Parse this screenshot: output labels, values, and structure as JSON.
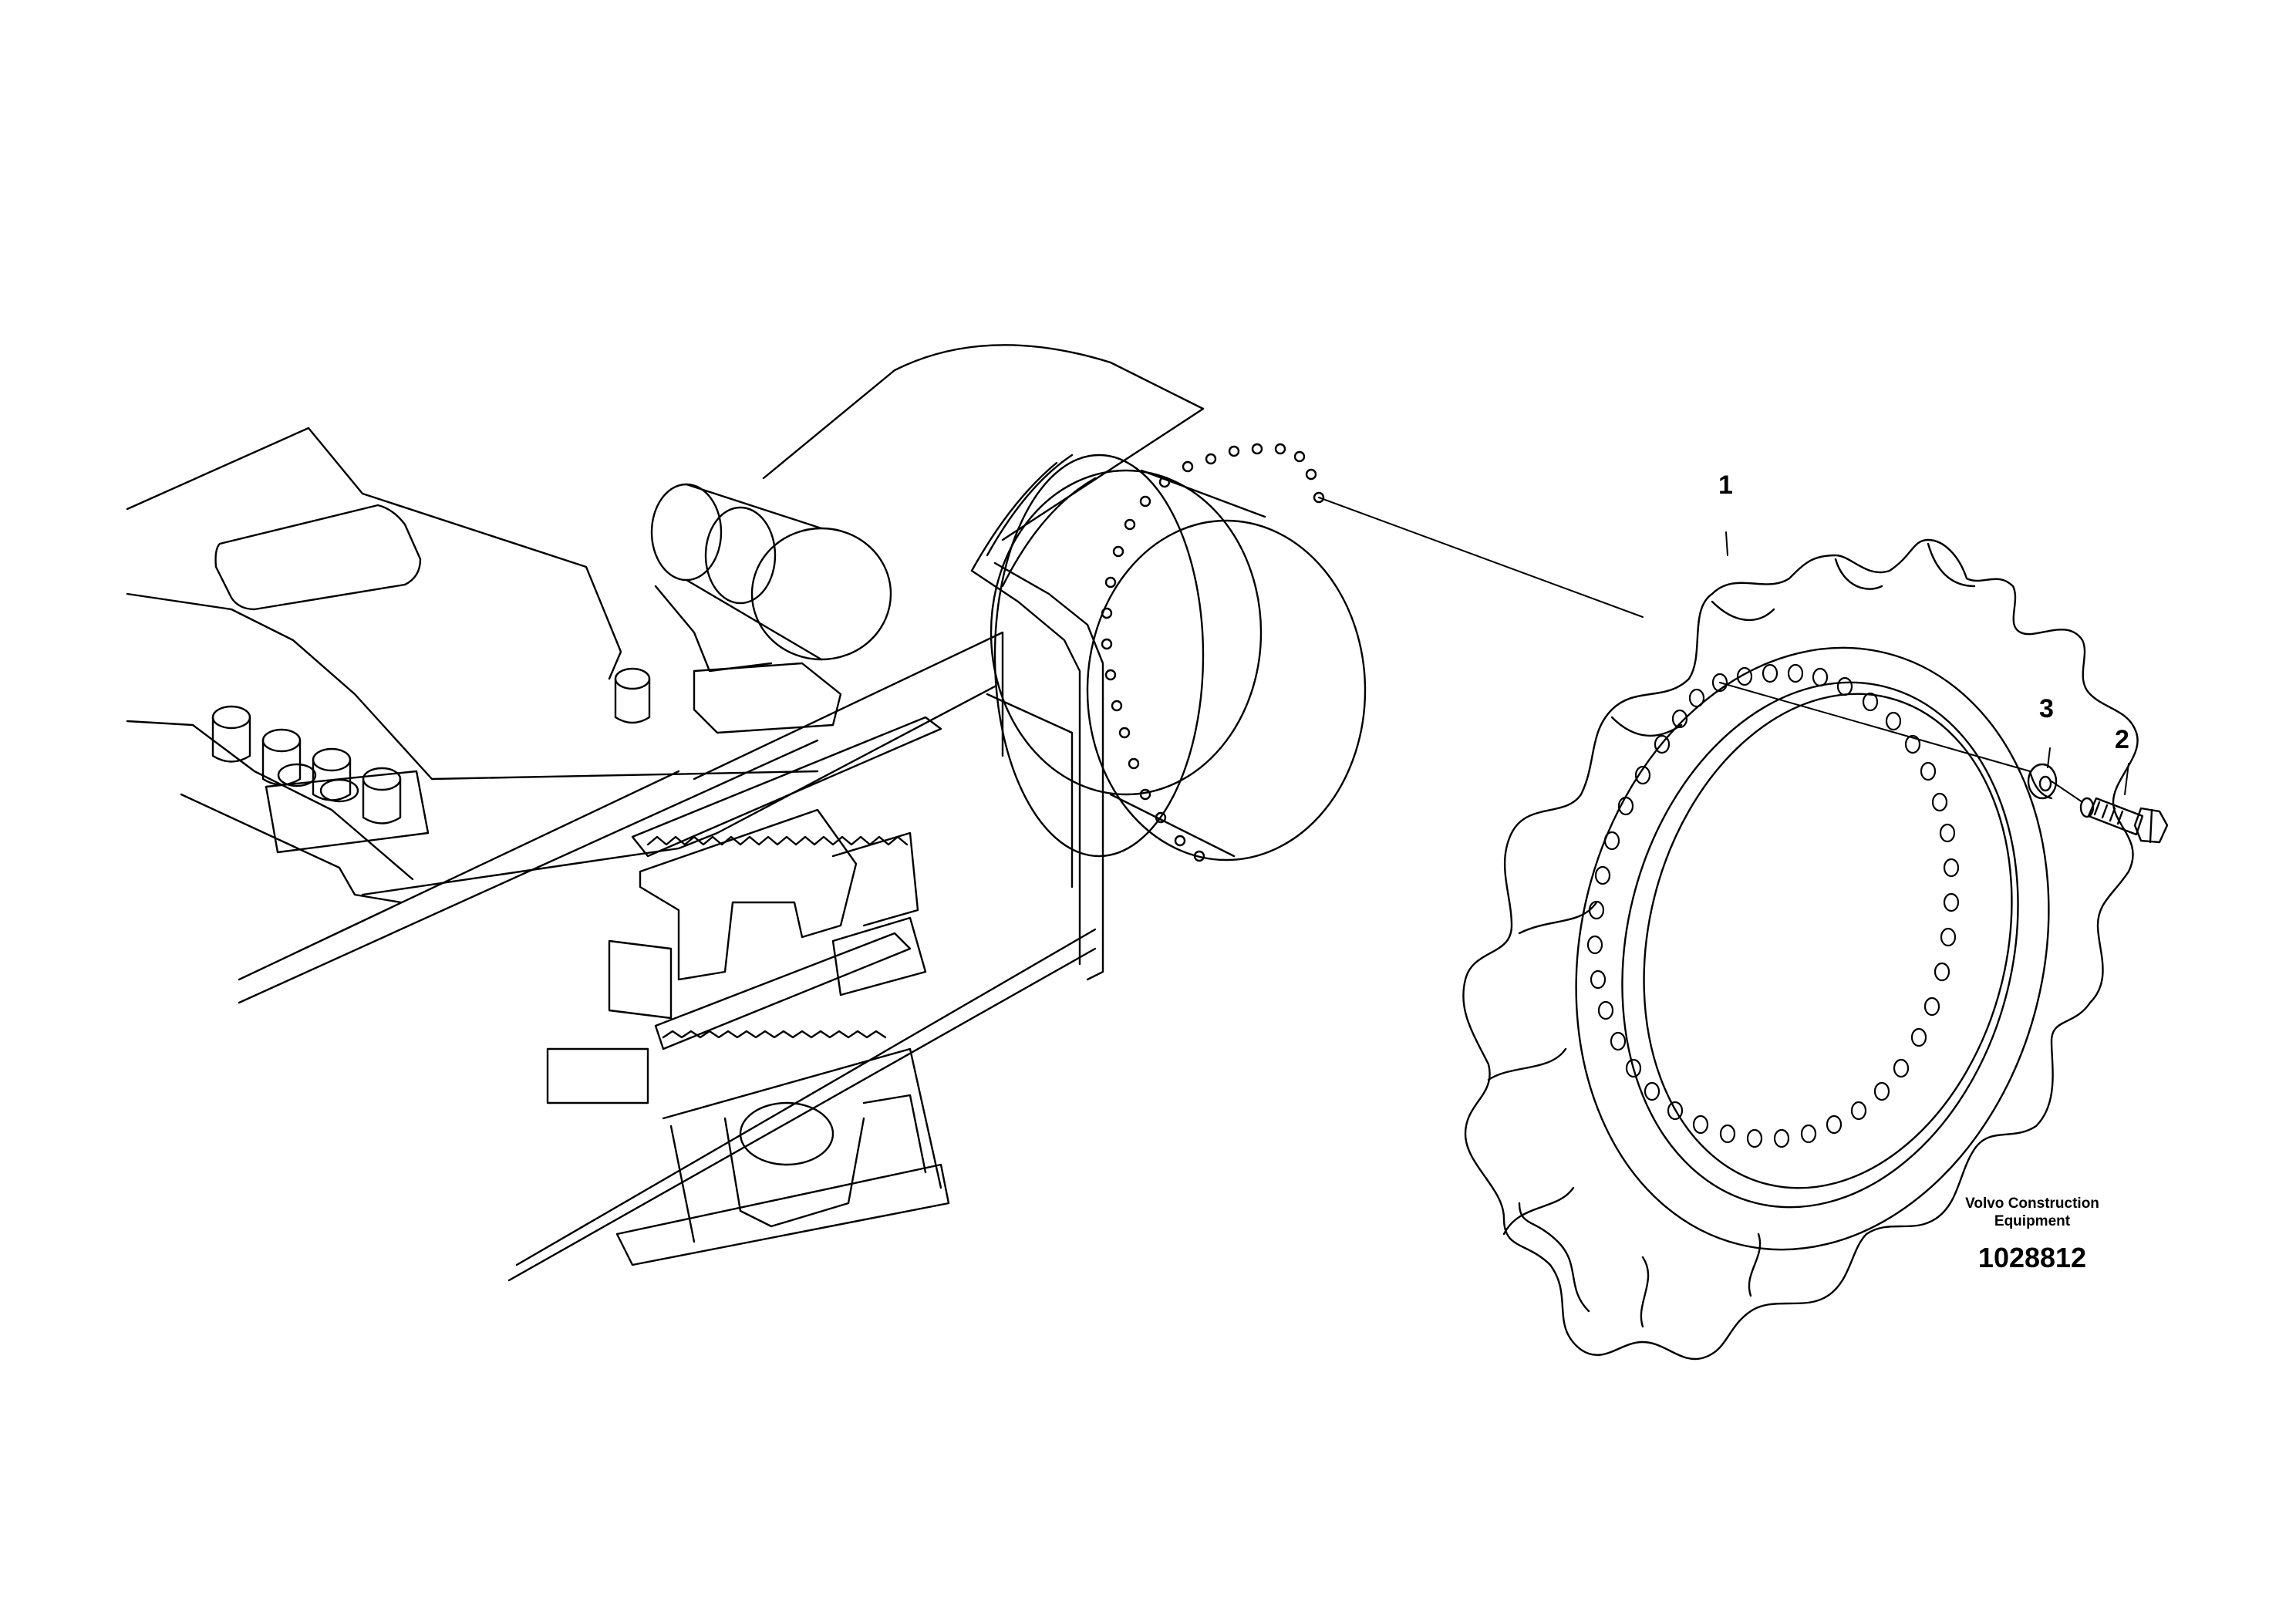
{
  "callouts": {
    "item_1": "1",
    "item_2": "2",
    "item_3": "3"
  },
  "footer": {
    "company_line_1": "Volvo Construction",
    "company_line_2": "Equipment",
    "illustration_number": "1028812"
  },
  "colors": {
    "ink": "#000000",
    "paper": "#ffffff"
  }
}
